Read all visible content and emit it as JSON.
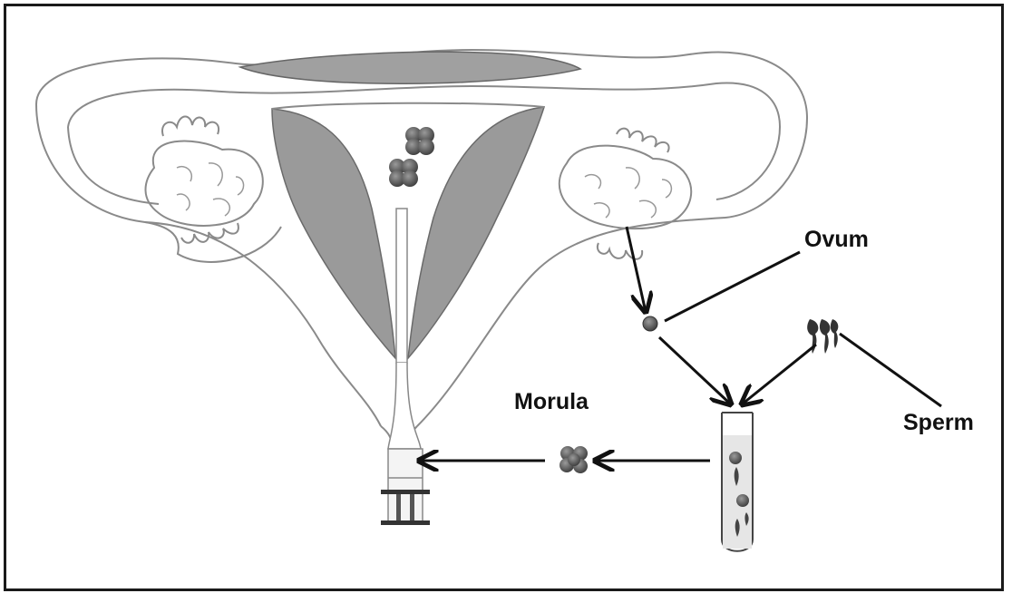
{
  "labels": {
    "ovum": "Ovum",
    "sperm": "Sperm",
    "morula": "Morula"
  },
  "colors": {
    "frame": "#1a1a1a",
    "tissue_outline": "#8a8a8a",
    "endometrium": "#9a9a9a",
    "cell": "#555555",
    "arrow": "#111111"
  }
}
